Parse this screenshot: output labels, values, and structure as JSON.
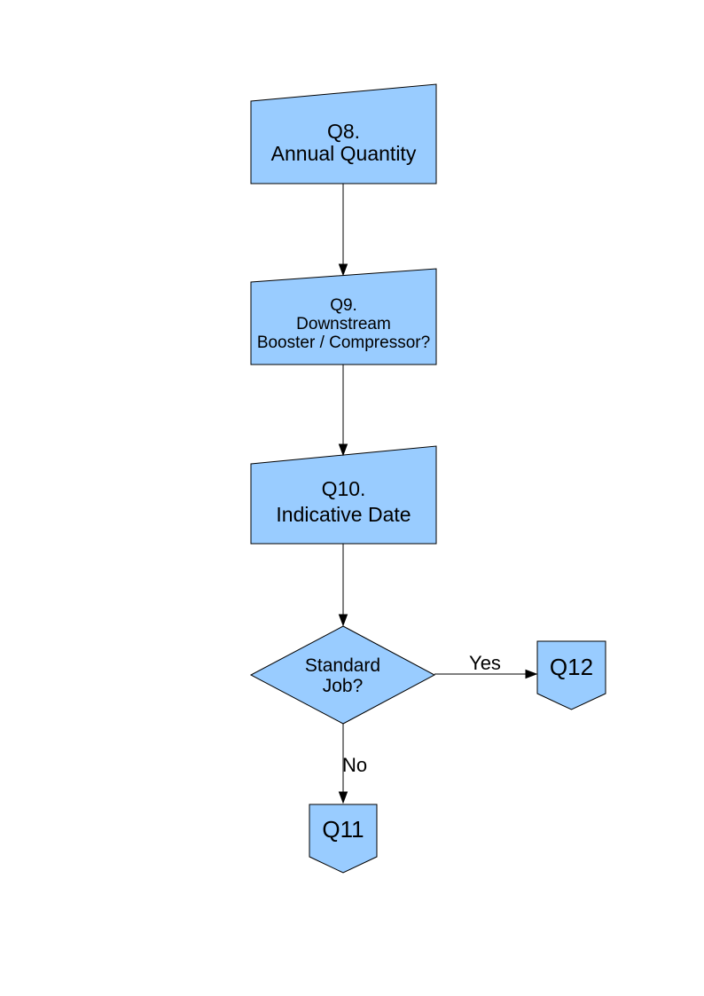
{
  "page": {
    "background_color": "#FFFFFF"
  },
  "flowchart": {
    "shape_fill_color": "#99CCFF",
    "shape_border_color": "#000000",
    "connector_color": "#000000",
    "text_color": "#000000",
    "nodes": {
      "q8": {
        "shape": "manual-input",
        "lines": [
          "Q8.",
          "Annual Quantity"
        ]
      },
      "q9": {
        "shape": "manual-input",
        "lines": [
          "Q9.",
          "Downstream",
          "Booster / Compressor?"
        ]
      },
      "q10": {
        "shape": "manual-input",
        "lines": [
          "Q10.",
          "Indicative Date"
        ]
      },
      "standard_job": {
        "shape": "decision",
        "lines": [
          "Standard",
          "Job?"
        ]
      },
      "q12": {
        "shape": "off-page-connector",
        "label": "Q12"
      },
      "q11": {
        "shape": "off-page-connector",
        "label": "Q11"
      }
    },
    "edges": {
      "q8_to_q9": {
        "label": ""
      },
      "q9_to_q10": {
        "label": ""
      },
      "q10_to_decision": {
        "label": ""
      },
      "decision_to_q12": {
        "label": "Yes"
      },
      "decision_to_q11": {
        "label": "No"
      }
    }
  }
}
